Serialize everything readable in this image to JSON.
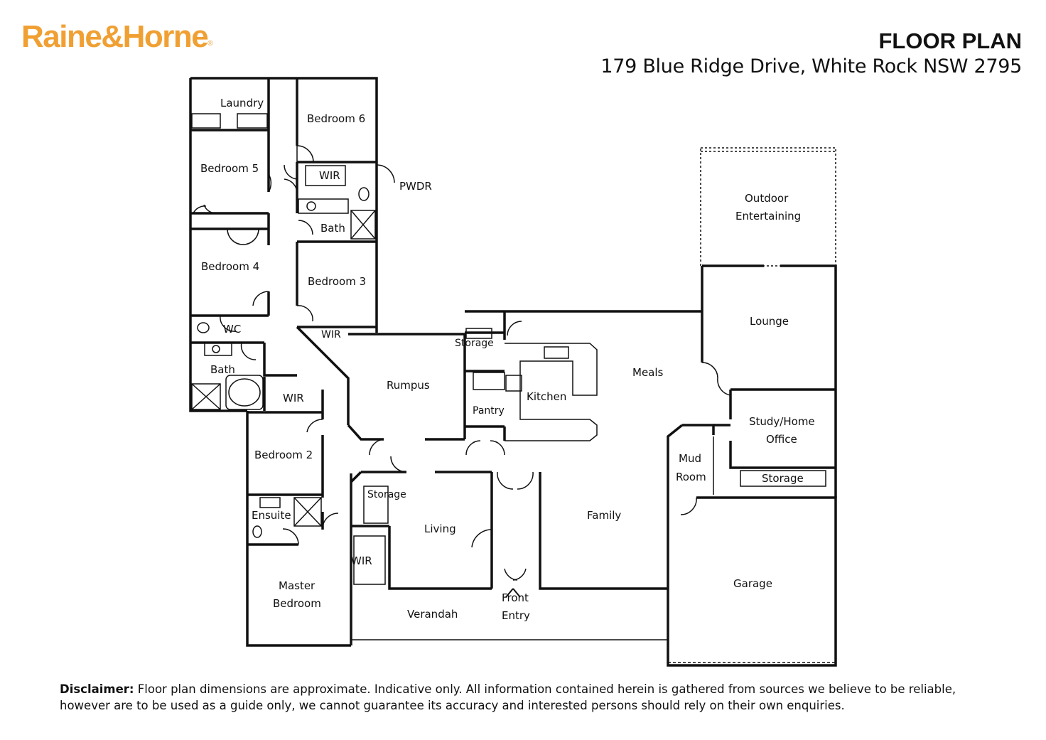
{
  "brand": {
    "logo_text": "Raine&Horne",
    "logo_mark": "®",
    "accent_color": "#F0A033"
  },
  "header": {
    "title": "FLOOR PLAN",
    "address": "179 Blue Ridge Drive, White Rock NSW 2795"
  },
  "rooms": {
    "laundry": "Laundry",
    "bedroom6": "Bedroom 6",
    "bedroom5": "Bedroom 5",
    "wir_upper": "WIR",
    "pwdr": "PWDR",
    "bath_upper": "Bath",
    "bedroom4": "Bedroom 4",
    "bedroom3": "Bedroom 3",
    "wc": "WC",
    "wir_mid": "WIR",
    "bath_lower": "Bath",
    "rumpus": "Rumpus",
    "storage_top": "Storage",
    "kitchen": "Kitchen",
    "pantry": "Pantry",
    "meals": "Meals",
    "outdoor_line1": "Outdoor",
    "outdoor_line2": "Entertaining",
    "lounge": "Lounge",
    "study_line1": "Study/Home",
    "study_line2": "Office",
    "storage_study": "Storage",
    "mud_line1": "Mud",
    "mud_line2": "Room",
    "wir_bed2": "WIR",
    "bedroom2": "Bedroom 2",
    "storage_living": "Storage",
    "living": "Living",
    "family": "Family",
    "ensuite": "Ensuite",
    "wir_master": "WIR",
    "master_line1": "Master",
    "master_line2": "Bedroom",
    "garage": "Garage",
    "verandah": "Verandah",
    "front_line1": "Front",
    "front_line2": "Entry"
  },
  "disclaimer": {
    "label": "Disclaimer:",
    "text_line1": " Floor plan dimensions are approximate. Indicative only. All information contained herein is gathered from sources we believe to be reliable,",
    "text_line2": "however are to be used as a guide only, we cannot guarantee its accuracy and interested persons should rely on their own enquiries."
  }
}
